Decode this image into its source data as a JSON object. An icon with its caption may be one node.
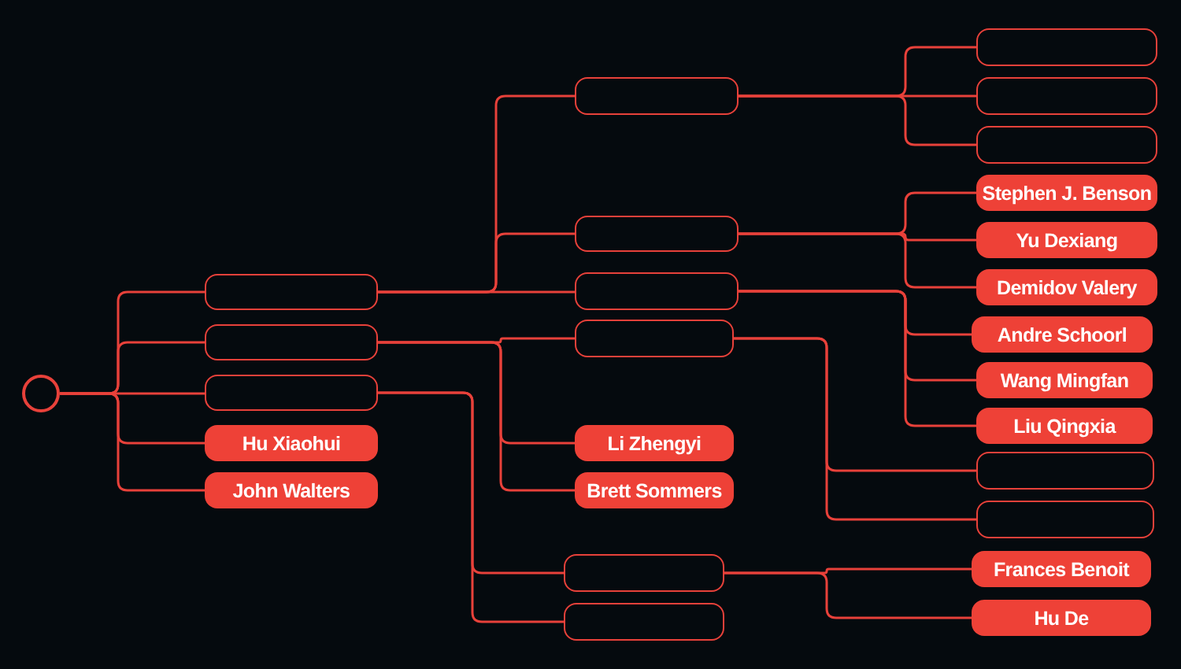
{
  "diagram": {
    "nodes": [
      {
        "text": [],
        "shape": "circle"
      },
      {
        "text": [],
        "shape": "box"
      },
      {
        "text": [],
        "shape": "box"
      },
      {
        "text": [],
        "shape": "box"
      },
      {
        "text": [
          "Hu Xiaohui"
        ]
      },
      {
        "text": [
          "John Walters"
        ]
      },
      {
        "text": [],
        "shape": "box"
      },
      {
        "text": [],
        "shape": "box"
      },
      {
        "text": [],
        "shape": "box"
      },
      {
        "text": [],
        "shape": "box"
      },
      {
        "text": [
          "Li Zhengyi"
        ]
      },
      {
        "text": [
          "Brett Sommers"
        ]
      },
      {
        "text": [],
        "shape": "box"
      },
      {
        "text": [],
        "shape": "box"
      },
      {
        "text": [],
        "shape": "box"
      },
      {
        "text": [],
        "shape": "box"
      },
      {
        "text": [],
        "shape": "box"
      },
      {
        "text": [
          "Stephen J. Benson"
        ]
      },
      {
        "text": [
          "Yu Dexiang"
        ]
      },
      {
        "text": [
          "Demidov Valery"
        ]
      },
      {
        "text": [
          "Andre Schoorl"
        ]
      },
      {
        "text": [
          "Wang Mingfan"
        ]
      },
      {
        "text": [
          "Liu Qingxia"
        ]
      },
      {
        "text": [],
        "shape": "box"
      },
      {
        "text": [],
        "shape": "box"
      },
      {
        "text": [
          "Frances Benoit"
        ]
      },
      {
        "text": [
          "Hu De"
        ]
      }
    ],
    "edges": [
      {
        "from": 0,
        "to": 1,
        "arrow": "none"
      },
      {
        "from": 0,
        "to": 2,
        "arrow": "none"
      },
      {
        "from": 0,
        "to": 3,
        "arrow": "none"
      },
      {
        "from": 0,
        "to": 4,
        "arrow": "none"
      },
      {
        "from": 0,
        "to": 5,
        "arrow": "none"
      },
      {
        "from": 1,
        "to": 6,
        "arrow": "none"
      },
      {
        "from": 1,
        "to": 7,
        "arrow": "none"
      },
      {
        "from": 1,
        "to": 8,
        "arrow": "none"
      },
      {
        "from": 2,
        "to": 9,
        "arrow": "none"
      },
      {
        "from": 2,
        "to": 10,
        "arrow": "none"
      },
      {
        "from": 2,
        "to": 11,
        "arrow": "none"
      },
      {
        "from": 3,
        "to": 12,
        "arrow": "none"
      },
      {
        "from": 3,
        "to": 13,
        "arrow": "none"
      },
      {
        "from": 6,
        "to": 14,
        "arrow": "none"
      },
      {
        "from": 6,
        "to": 15,
        "arrow": "none"
      },
      {
        "from": 6,
        "to": 16,
        "arrow": "none"
      },
      {
        "from": 7,
        "to": 17,
        "arrow": "none"
      },
      {
        "from": 7,
        "to": 18,
        "arrow": "none"
      },
      {
        "from": 7,
        "to": 19,
        "arrow": "none"
      },
      {
        "from": 8,
        "to": 20,
        "arrow": "none"
      },
      {
        "from": 8,
        "to": 21,
        "arrow": "none"
      },
      {
        "from": 8,
        "to": 22,
        "arrow": "none"
      },
      {
        "from": 9,
        "to": 23,
        "arrow": "none"
      },
      {
        "from": 9,
        "to": 24,
        "arrow": "none"
      },
      {
        "from": 12,
        "to": 25,
        "arrow": "none"
      },
      {
        "from": 12,
        "to": 26,
        "arrow": "none"
      }
    ]
  }
}
